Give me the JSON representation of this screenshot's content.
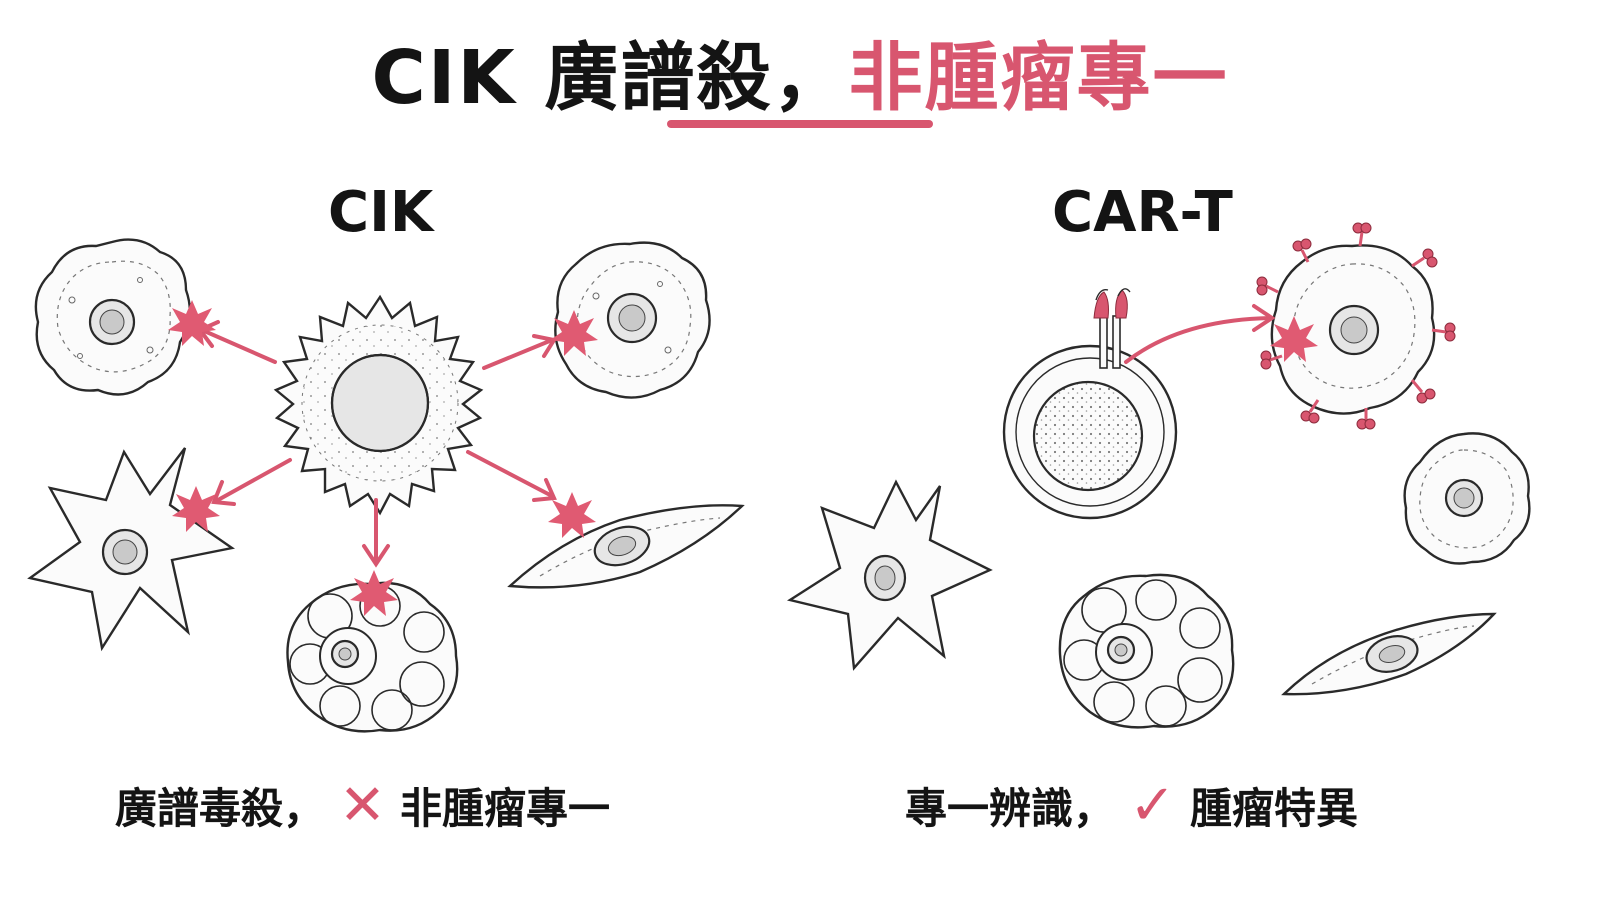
{
  "title": {
    "main": "CIK 廣譜殺，",
    "accent": "非腫瘤專一"
  },
  "panels": {
    "left": {
      "label": "CIK",
      "caption_part1": "廣譜毒殺，",
      "caption_part2": "非腫瘤專一",
      "mark_icon": "cross-icon"
    },
    "right": {
      "label": "CAR-T",
      "caption_part1": "專一辨識，",
      "caption_part2": "腫瘤特異",
      "mark_icon": "check-icon"
    }
  },
  "colors": {
    "accent": "#d8566f",
    "ink": "#141414"
  }
}
